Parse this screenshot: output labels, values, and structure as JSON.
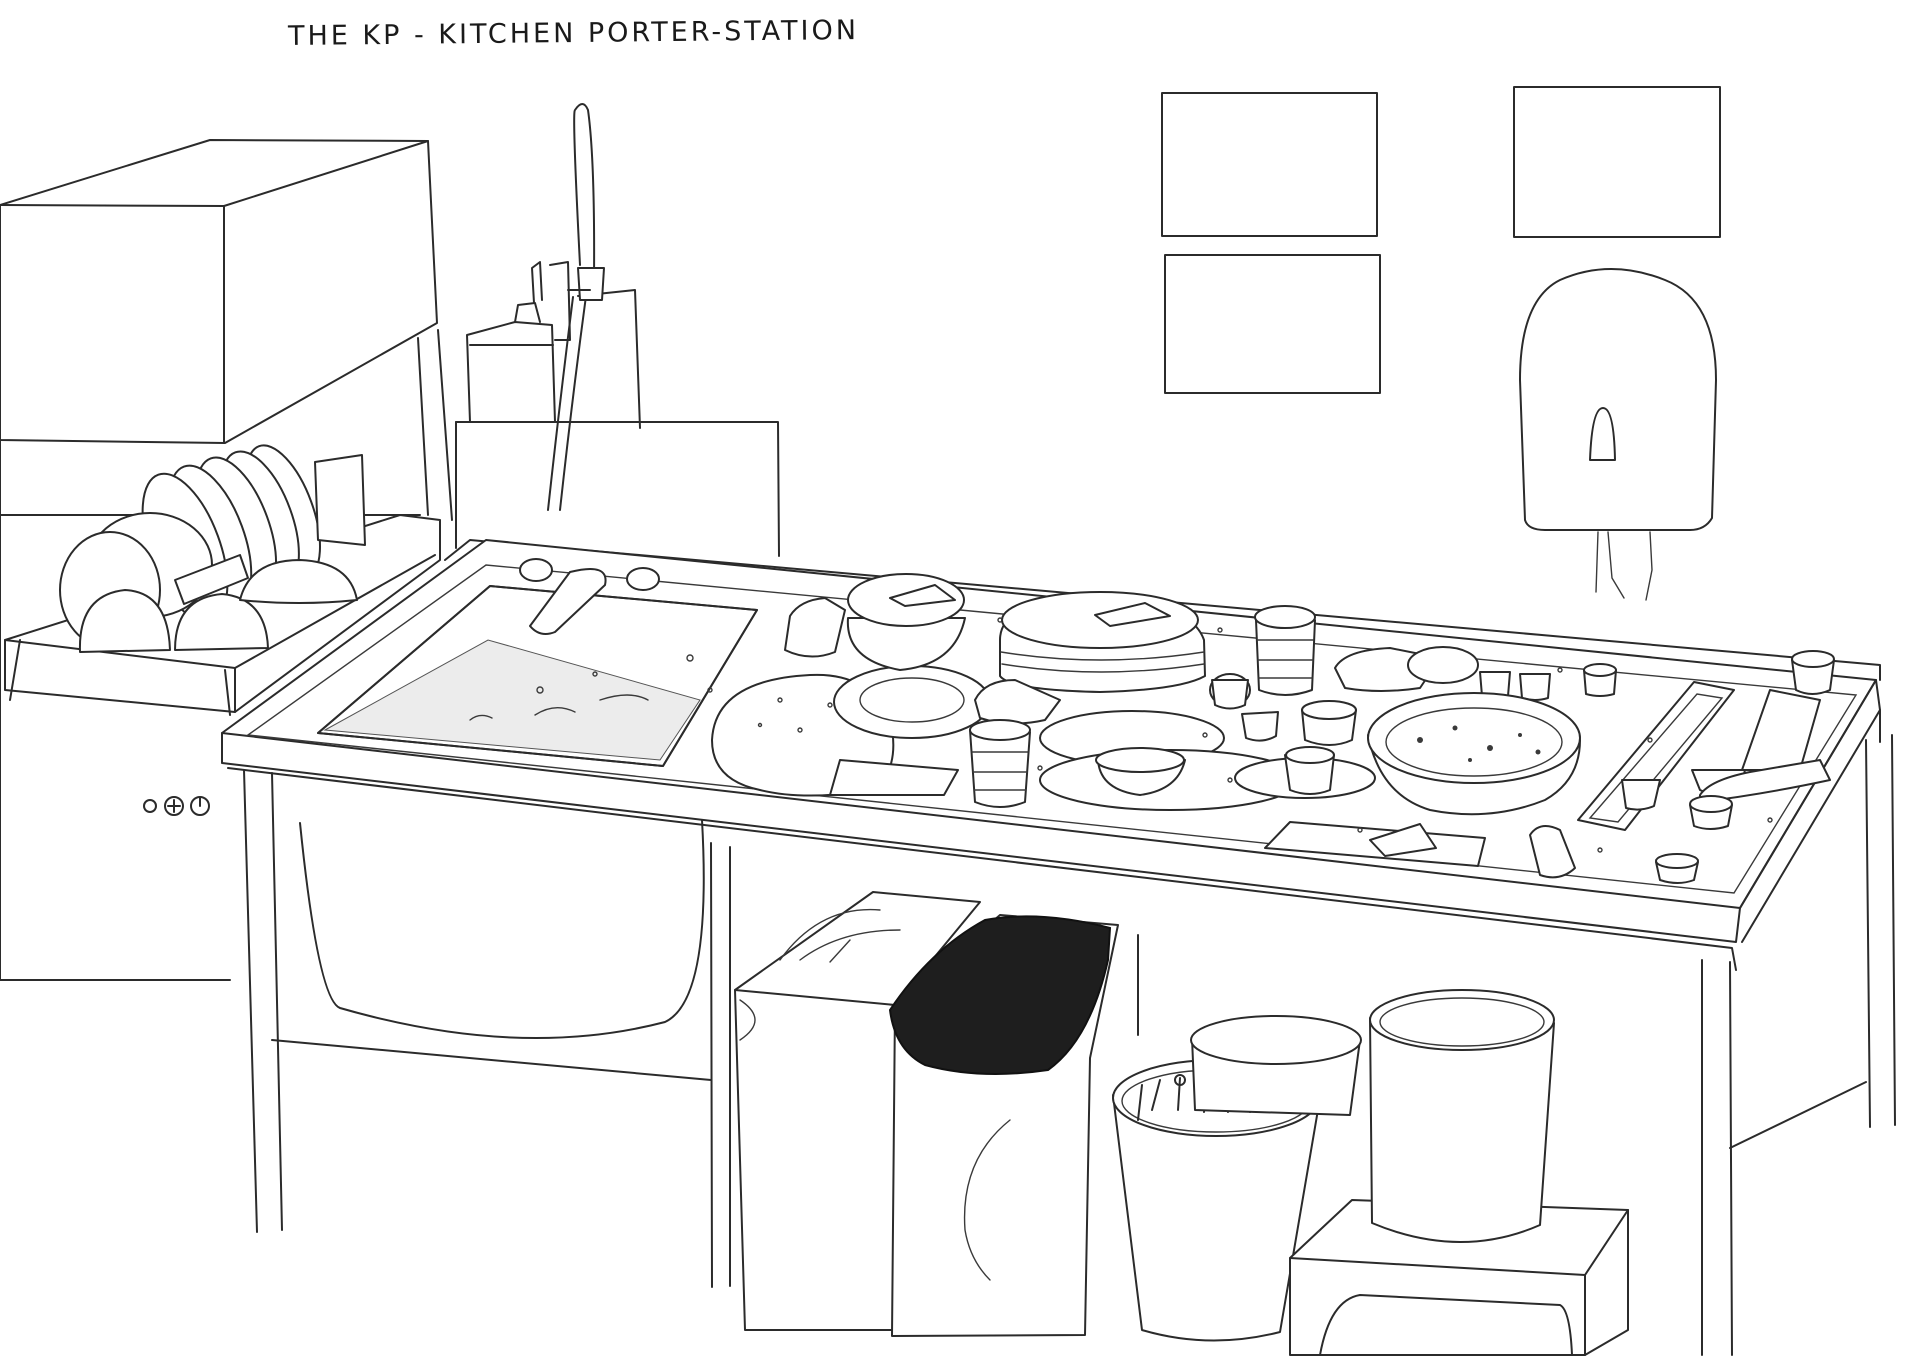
{
  "title": "THE KP - KITCHEN PORTER-STATION",
  "machine_panel": {
    "buttons": [
      "status-light",
      "plus-button",
      "power-button"
    ]
  },
  "colors": {
    "ink": "#2b2b2b",
    "paper": "#ffffff",
    "bin_liner": "#1e1e1e"
  }
}
